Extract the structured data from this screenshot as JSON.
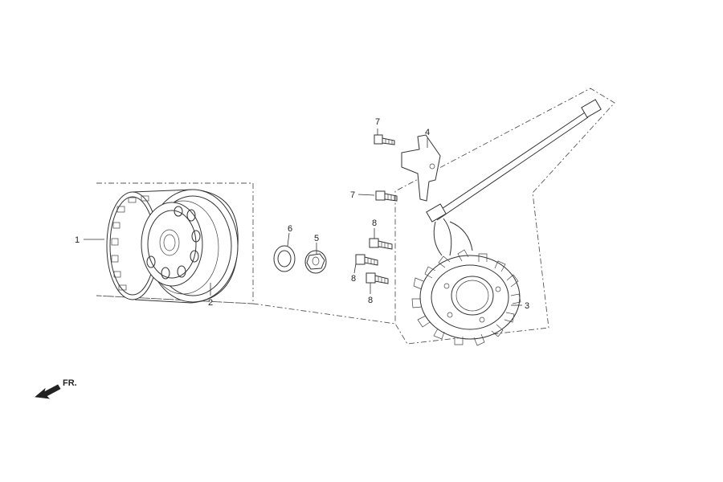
{
  "callouts": {
    "p1": "1",
    "p2": "2",
    "p3": "3",
    "p4": "4",
    "p5": "5",
    "p6": "6",
    "p7a": "7",
    "p7b": "7",
    "p8a": "8",
    "p8b": "8",
    "p8c": "8"
  },
  "direction": {
    "label": "FR."
  },
  "icons": {
    "front_arrow": "arrow-front-icon"
  },
  "colors": {
    "ink": "#333333",
    "background": "#ffffff"
  }
}
